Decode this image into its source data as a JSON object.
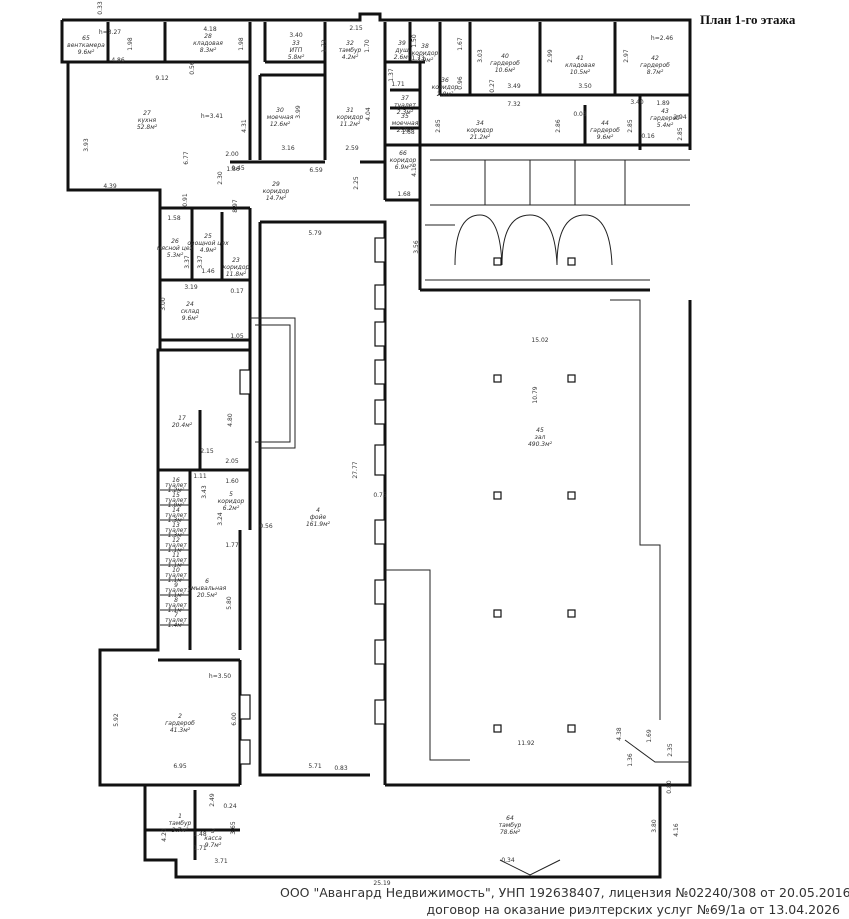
{
  "header": {
    "title": "План 1-го этажа"
  },
  "footer": {
    "line1": "ООО \"Авангард Недвижимость\", УНП 192638407, лицензия №02240/308 от 20.05.2016,",
    "line2": "договор на оказание риэлтерских услуг №69/1а от 13.04.2026"
  },
  "rooms": [
    {
      "id": "65",
      "num": "65",
      "name": "венткамера",
      "area": "9.6м²"
    },
    {
      "id": "28",
      "num": "28",
      "name": "кладовая",
      "area": "8.3м²"
    },
    {
      "id": "33",
      "num": "33",
      "name": "ИТП",
      "area": "5.8м²"
    },
    {
      "id": "32",
      "num": "32",
      "name": "тамбур",
      "area": "4.2м²"
    },
    {
      "id": "39",
      "num": "39",
      "name": "душ",
      "area": "2.6м²"
    },
    {
      "id": "38",
      "num": "38",
      "name": "коридор",
      "area": "3.9м²"
    },
    {
      "id": "37",
      "num": "37",
      "name": "туалет",
      "area": "2.3м²"
    },
    {
      "id": "36",
      "num": "36",
      "name": "коридор",
      "area": "2.0м²"
    },
    {
      "id": "35",
      "num": "35",
      "name": "моечная",
      "area": "2.3м²"
    },
    {
      "id": "40",
      "num": "40",
      "name": "гардероб",
      "area": "10.6м²"
    },
    {
      "id": "41",
      "num": "41",
      "name": "кладовая",
      "area": "10.5м²"
    },
    {
      "id": "42",
      "num": "42",
      "name": "гардероб",
      "area": "8.7м²"
    },
    {
      "id": "43",
      "num": "43",
      "name": "гардероб",
      "area": "5.4м²"
    },
    {
      "id": "44",
      "num": "44",
      "name": "гардероб",
      "area": "9.6м²"
    },
    {
      "id": "34",
      "num": "34",
      "name": "коридор",
      "area": "21.2м²"
    },
    {
      "id": "66",
      "num": "66",
      "name": "коридор",
      "area": "6.9м²"
    },
    {
      "id": "27",
      "num": "27",
      "name": "кухня",
      "area": "52.8м²"
    },
    {
      "id": "30",
      "num": "30",
      "name": "моечная",
      "area": "12.6м²"
    },
    {
      "id": "31",
      "num": "31",
      "name": "коридор",
      "area": "11.2м²"
    },
    {
      "id": "29",
      "num": "29",
      "name": "коридор",
      "area": "14.7м²"
    },
    {
      "id": "26",
      "num": "26",
      "name": "мясной цех",
      "area": "5.3м²"
    },
    {
      "id": "25",
      "num": "25",
      "name": "овощной цех",
      "area": "4.9м²"
    },
    {
      "id": "23",
      "num": "23",
      "name": "коридор",
      "area": "11.8м²"
    },
    {
      "id": "24",
      "num": "24",
      "name": "склад",
      "area": "9.6м²"
    },
    {
      "id": "17",
      "num": "17",
      "name": "",
      "area": "20.4м²"
    },
    {
      "id": "5",
      "num": "5",
      "name": "коридор",
      "area": "6.2м²"
    },
    {
      "id": "6",
      "num": "6",
      "name": "умывальная",
      "area": "20.5м²"
    },
    {
      "id": "4",
      "num": "4",
      "name": "фойе",
      "area": "161.9м²"
    },
    {
      "id": "45",
      "num": "45",
      "name": "зал",
      "area": "490.3м²"
    },
    {
      "id": "2",
      "num": "2",
      "name": "гардероб",
      "area": "41.3м²"
    },
    {
      "id": "1",
      "num": "1",
      "name": "тамбур",
      "area": "3.7м²"
    },
    {
      "id": "3",
      "num": "3",
      "name": "касса",
      "area": "9.7м²"
    },
    {
      "id": "64",
      "num": "64",
      "name": "тамбур",
      "area": "78.6м²"
    }
  ],
  "toilets": [
    {
      "num": "16",
      "name": "туалет",
      "area": "1.2м²"
    },
    {
      "num": "15",
      "name": "туалет",
      "area": "1.0м²"
    },
    {
      "num": "14",
      "name": "туалет",
      "area": "1.3м²"
    },
    {
      "num": "13",
      "name": "туалет",
      "area": "1.3м²"
    },
    {
      "num": "12",
      "name": "туалет",
      "area": "1.1м²"
    },
    {
      "num": "11",
      "name": "туалет",
      "area": "1.1м²"
    },
    {
      "num": "10",
      "name": "туалет",
      "area": "1.1м²"
    },
    {
      "num": "9",
      "name": "туалет",
      "area": "1.1м²"
    },
    {
      "num": "8",
      "name": "туалет",
      "area": "1.1м²"
    },
    {
      "num": "7",
      "name": "туалет",
      "area": "1.4м²"
    }
  ],
  "dimensions": [
    "0.33",
    "h=3.27",
    "1.98",
    "4.18",
    "1.98",
    "4.86",
    "9.12",
    "0.56",
    "3.40",
    "1.72",
    "2.15",
    "1.70",
    "1.50",
    "1.73",
    "1.67",
    "3.03",
    "2.99",
    "2.97",
    "h=2.46",
    "1.37",
    "1.71",
    "0.96",
    "0.27",
    "3.49",
    "7.32",
    "3.50",
    "3.40",
    "1.89",
    "2.94",
    "h=3.41",
    "3.93",
    "6.77",
    "4.31",
    "3.99",
    "3.16",
    "4.04",
    "2.59",
    "0.45",
    "6.59",
    "2.85",
    "1.68",
    "2.86",
    "0.08",
    "2.85",
    "0.16",
    "2.85",
    "4.39",
    "2.00",
    "1.86",
    "2.30",
    "2.25",
    "4.16",
    "1.68",
    "0.91",
    "1.58",
    "8.97",
    "3.37",
    "3.37",
    "1.46",
    "5.79",
    "3.56",
    "3.19",
    "0.17",
    "3.00",
    "1.05",
    "15.02",
    "10.79",
    "4.80",
    "2.15",
    "2.05",
    "1.11",
    "1.60",
    "3.43",
    "3.24",
    "27.77",
    "0.75",
    "0.56",
    "1.77",
    "5.80",
    "h=3.50",
    "5.92",
    "6.00",
    "6.95",
    "5.71",
    "0.83",
    "11.92",
    "4.38",
    "1.69",
    "2.35",
    "1.36",
    "0.80",
    "2.49",
    "0.24",
    "4.20",
    "3.65",
    "1.48",
    "1.71",
    "3.71",
    "3.80",
    "4.16",
    "0.34",
    "25.19"
  ]
}
